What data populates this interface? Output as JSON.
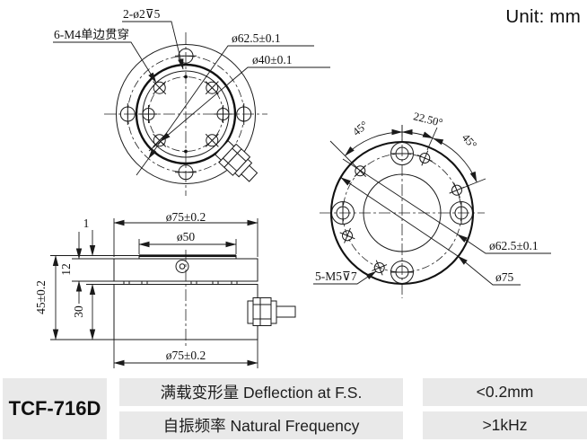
{
  "unit_label": "Unit: mm",
  "top_view": {
    "pin_holes_label": "2-ø2⊽5",
    "m4_holes_label": "6-M4单边贯穿",
    "bolt_circle_dia_label": "ø62.5±0.1",
    "pilot_circle_dia_label": "ø40±0.1"
  },
  "bottom_face_view": {
    "angle_left_label": "45°",
    "angle_middle_label": "22.50°",
    "angle_right_label": "45°",
    "bolt_circle_dia_label": "ø62.5±0.1",
    "outer_dia_label": "ø75",
    "m5_holes_label": "5-M5⊽7"
  },
  "side_view": {
    "top_dia_label": "ø75±0.2",
    "boss_dia_label": "ø50",
    "boss_height_label": "1",
    "cap_height_label": "12",
    "body_height_label": "30",
    "total_height_label": "45±0.2",
    "bottom_dia_label": "ø75±0.2"
  },
  "spec_table": {
    "model": "TCF-716D",
    "rows": [
      {
        "name": "满载变形量 Deflection at F.S.",
        "value": "<0.2mm"
      },
      {
        "name": "自振频率 Natural Frequency",
        "value": ">1kHz"
      }
    ]
  }
}
